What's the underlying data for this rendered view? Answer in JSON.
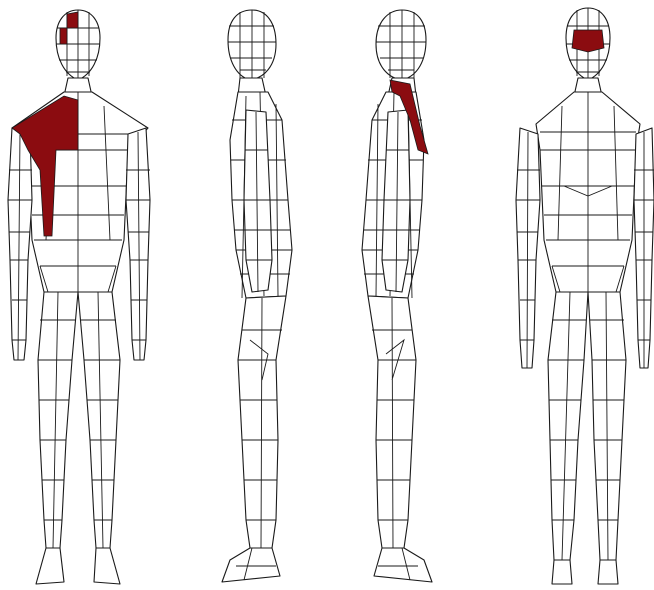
{
  "figure": {
    "views": [
      {
        "id": "front",
        "highlighted_regions": [
          "left-eye-region",
          "left-shoulder",
          "left-chest"
        ]
      },
      {
        "id": "left-side",
        "highlighted_regions": []
      },
      {
        "id": "right-side",
        "highlighted_regions": [
          "shoulder-blade-strip"
        ]
      },
      {
        "id": "back",
        "highlighted_regions": [
          "back-of-head"
        ]
      }
    ],
    "colors": {
      "highlight": "#8b0c10",
      "mesh_line": "#1a1a1a",
      "background": "#ffffff"
    }
  }
}
